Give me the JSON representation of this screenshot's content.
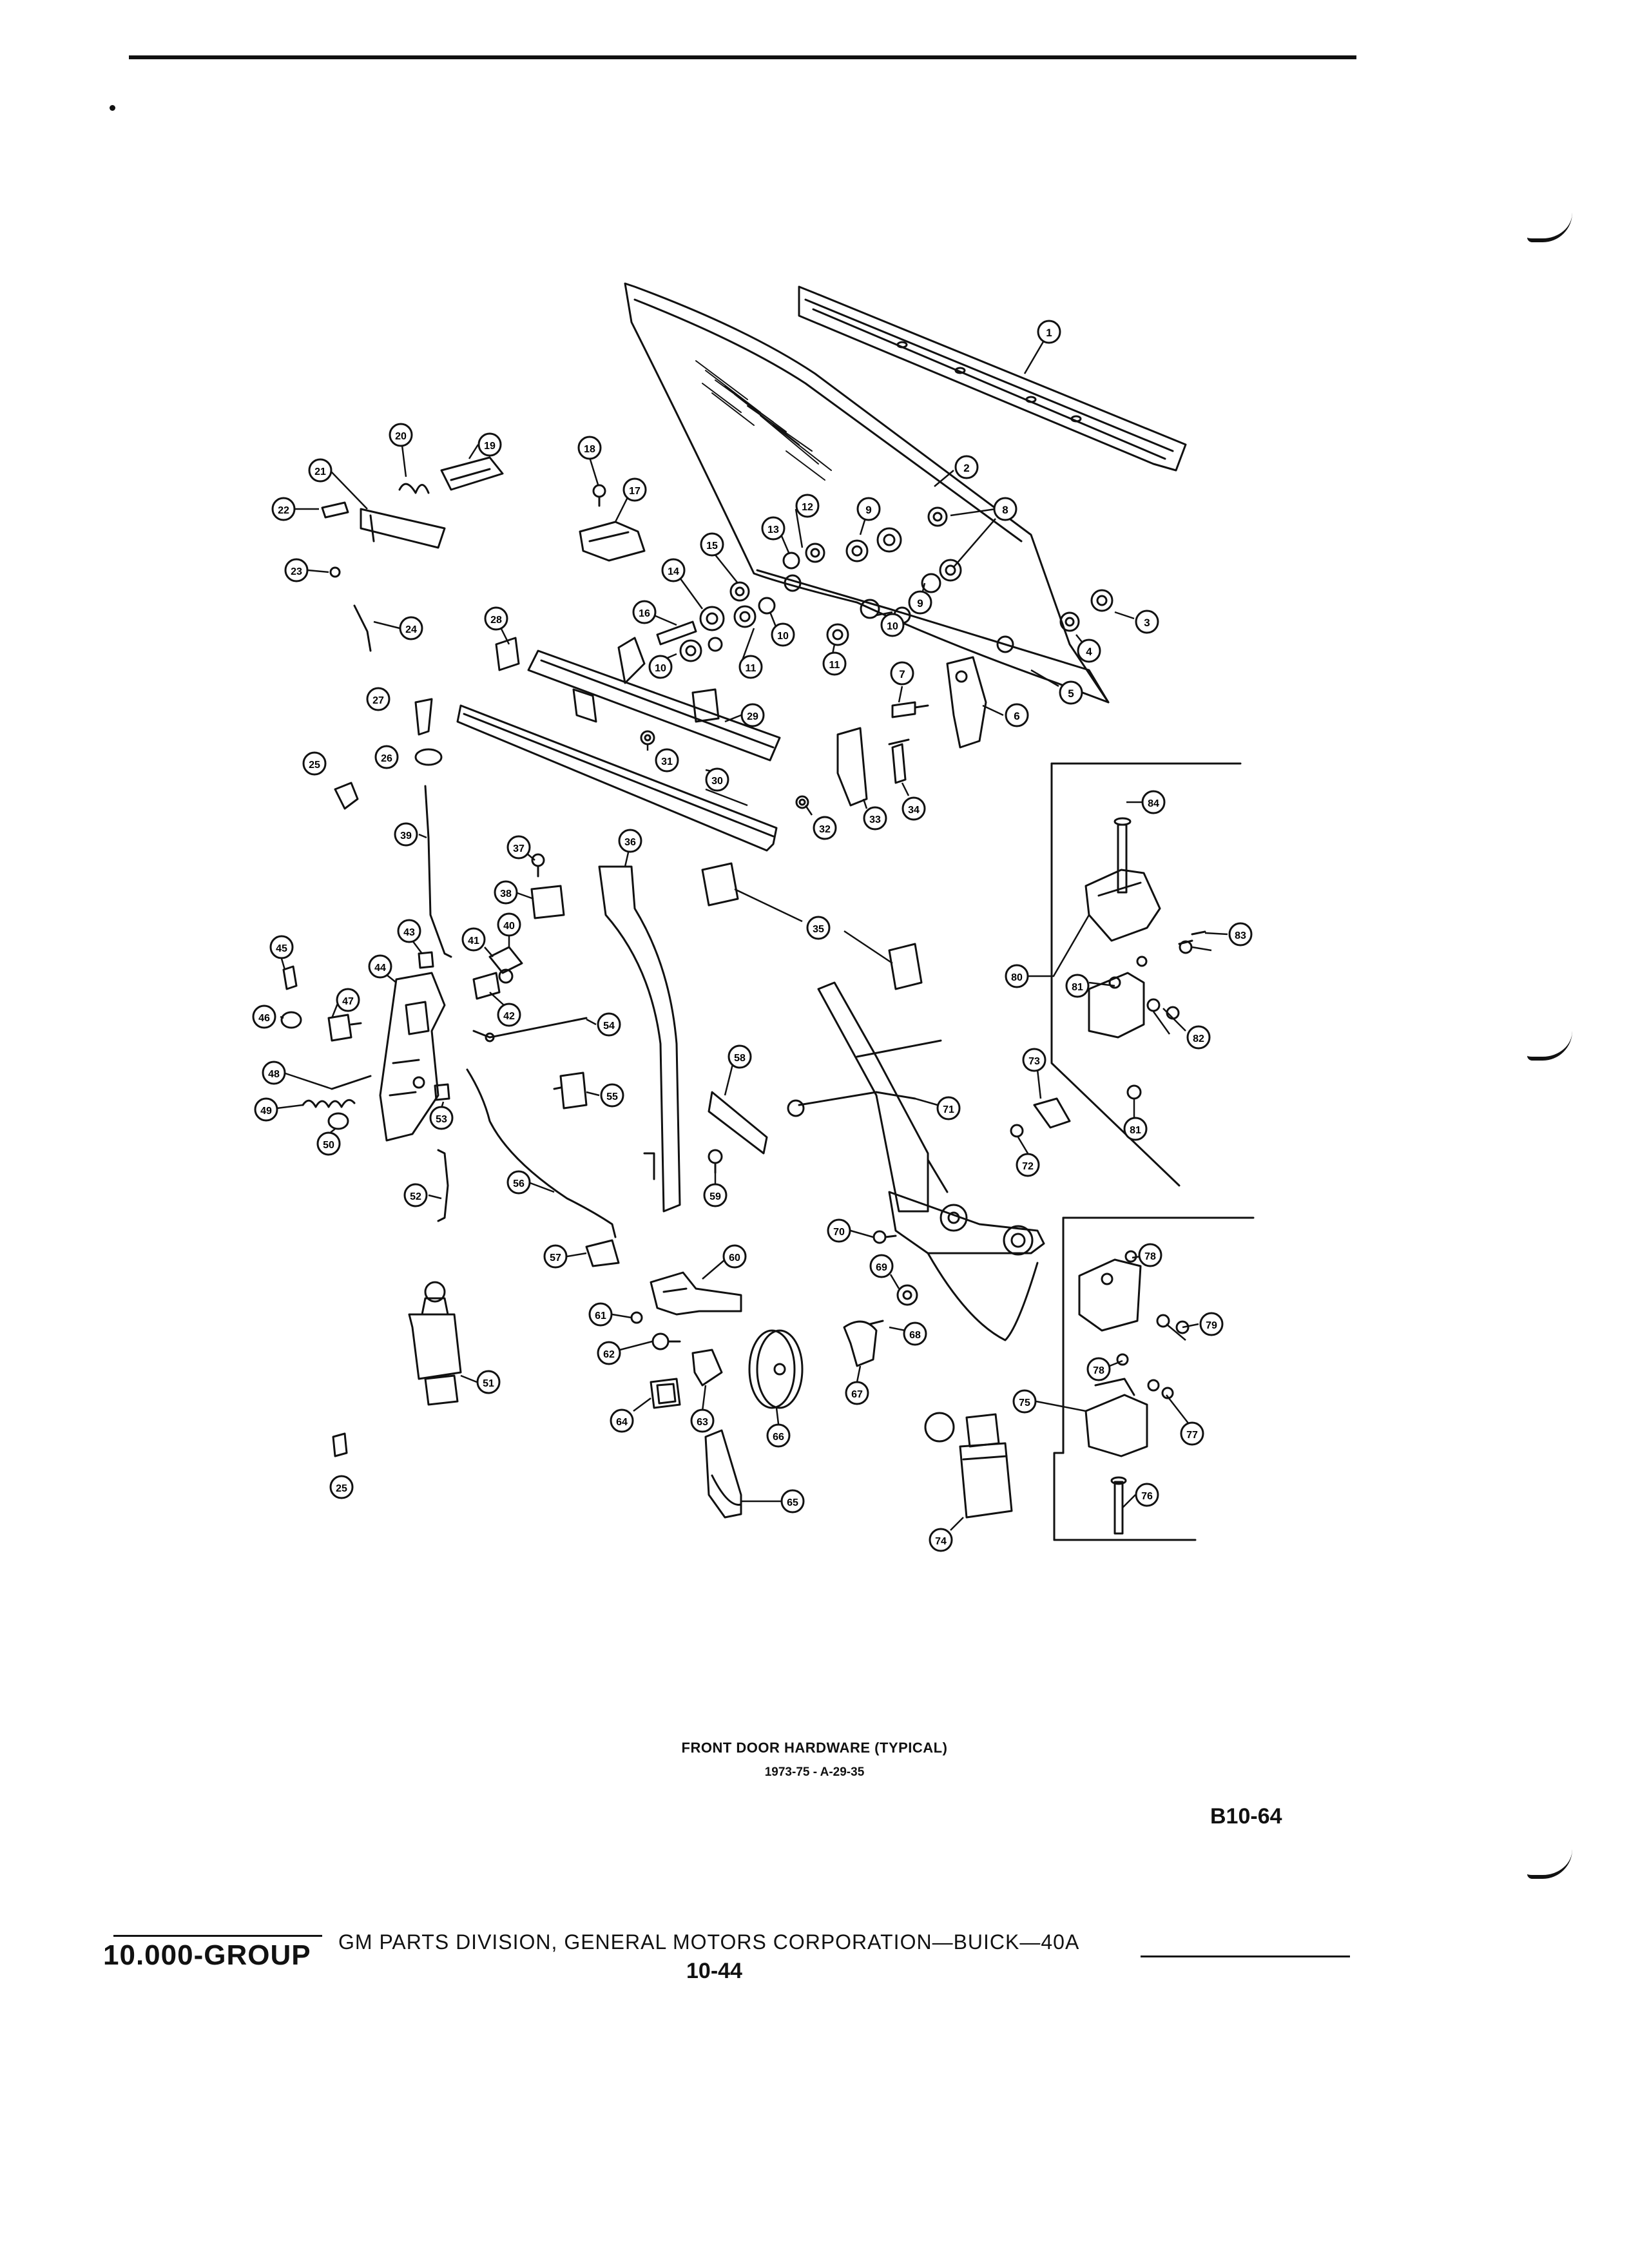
{
  "caption": {
    "title": "FRONT DOOR HARDWARE (TYPICAL)",
    "subtitle": "1973-75 - A-29-35"
  },
  "figure_code": "B10-64",
  "footer": {
    "group": "10.000-GROUP",
    "publisher": "GM PARTS DIVISION, GENERAL MOTORS CORPORATION—BUICK—40A",
    "page": "10-44"
  },
  "callouts": [
    {
      "id": "c1",
      "label": "1"
    },
    {
      "id": "c2",
      "label": "2"
    },
    {
      "id": "c3",
      "label": "3"
    },
    {
      "id": "c4",
      "label": "4"
    },
    {
      "id": "c5",
      "label": "5"
    },
    {
      "id": "c6",
      "label": "6"
    },
    {
      "id": "c7",
      "label": "7"
    },
    {
      "id": "c8",
      "label": "8"
    },
    {
      "id": "c9a",
      "label": "9"
    },
    {
      "id": "c9b",
      "label": "9"
    },
    {
      "id": "c10a",
      "label": "10"
    },
    {
      "id": "c10b",
      "label": "10"
    },
    {
      "id": "c10c",
      "label": "10"
    },
    {
      "id": "c11a",
      "label": "11"
    },
    {
      "id": "c11b",
      "label": "11"
    },
    {
      "id": "c12",
      "label": "12"
    },
    {
      "id": "c13",
      "label": "13"
    },
    {
      "id": "c14",
      "label": "14"
    },
    {
      "id": "c15",
      "label": "15"
    },
    {
      "id": "c16",
      "label": "16"
    },
    {
      "id": "c17",
      "label": "17"
    },
    {
      "id": "c18",
      "label": "18"
    },
    {
      "id": "c19",
      "label": "19"
    },
    {
      "id": "c20",
      "label": "20"
    },
    {
      "id": "c21",
      "label": "21"
    },
    {
      "id": "c22",
      "label": "22"
    },
    {
      "id": "c23",
      "label": "23"
    },
    {
      "id": "c24",
      "label": "24"
    },
    {
      "id": "c25a",
      "label": "25"
    },
    {
      "id": "c25b",
      "label": "25"
    },
    {
      "id": "c26",
      "label": "26"
    },
    {
      "id": "c27",
      "label": "27"
    },
    {
      "id": "c28",
      "label": "28"
    },
    {
      "id": "c29",
      "label": "29"
    },
    {
      "id": "c30",
      "label": "30"
    },
    {
      "id": "c31",
      "label": "31"
    },
    {
      "id": "c32",
      "label": "32"
    },
    {
      "id": "c33",
      "label": "33"
    },
    {
      "id": "c34",
      "label": "34"
    },
    {
      "id": "c35",
      "label": "35"
    },
    {
      "id": "c36",
      "label": "36"
    },
    {
      "id": "c37",
      "label": "37"
    },
    {
      "id": "c38",
      "label": "38"
    },
    {
      "id": "c39",
      "label": "39"
    },
    {
      "id": "c40",
      "label": "40"
    },
    {
      "id": "c41",
      "label": "41"
    },
    {
      "id": "c42",
      "label": "42"
    },
    {
      "id": "c43",
      "label": "43"
    },
    {
      "id": "c44",
      "label": "44"
    },
    {
      "id": "c45",
      "label": "45"
    },
    {
      "id": "c46",
      "label": "46"
    },
    {
      "id": "c47",
      "label": "47"
    },
    {
      "id": "c48",
      "label": "48"
    },
    {
      "id": "c49",
      "label": "49"
    },
    {
      "id": "c50",
      "label": "50"
    },
    {
      "id": "c51",
      "label": "51"
    },
    {
      "id": "c52",
      "label": "52"
    },
    {
      "id": "c53",
      "label": "53"
    },
    {
      "id": "c54",
      "label": "54"
    },
    {
      "id": "c55",
      "label": "55"
    },
    {
      "id": "c56",
      "label": "56"
    },
    {
      "id": "c57",
      "label": "57"
    },
    {
      "id": "c58",
      "label": "58"
    },
    {
      "id": "c59",
      "label": "59"
    },
    {
      "id": "c60",
      "label": "60"
    },
    {
      "id": "c61",
      "label": "61"
    },
    {
      "id": "c62",
      "label": "62"
    },
    {
      "id": "c63",
      "label": "63"
    },
    {
      "id": "c64",
      "label": "64"
    },
    {
      "id": "c65",
      "label": "65"
    },
    {
      "id": "c66",
      "label": "66"
    },
    {
      "id": "c67",
      "label": "67"
    },
    {
      "id": "c68",
      "label": "68"
    },
    {
      "id": "c69",
      "label": "69"
    },
    {
      "id": "c70",
      "label": "70"
    },
    {
      "id": "c71",
      "label": "71"
    },
    {
      "id": "c72",
      "label": "72"
    },
    {
      "id": "c73",
      "label": "73"
    },
    {
      "id": "c74",
      "label": "74"
    },
    {
      "id": "c75",
      "label": "75"
    },
    {
      "id": "c76",
      "label": "76"
    },
    {
      "id": "c77",
      "label": "77"
    },
    {
      "id": "c78a",
      "label": "78"
    },
    {
      "id": "c78b",
      "label": "78"
    },
    {
      "id": "c79",
      "label": "79"
    },
    {
      "id": "c80",
      "label": "80"
    },
    {
      "id": "c81a",
      "label": "81"
    },
    {
      "id": "c81b",
      "label": "81"
    },
    {
      "id": "c82",
      "label": "82"
    },
    {
      "id": "c83",
      "label": "83"
    },
    {
      "id": "c84",
      "label": "84"
    }
  ]
}
